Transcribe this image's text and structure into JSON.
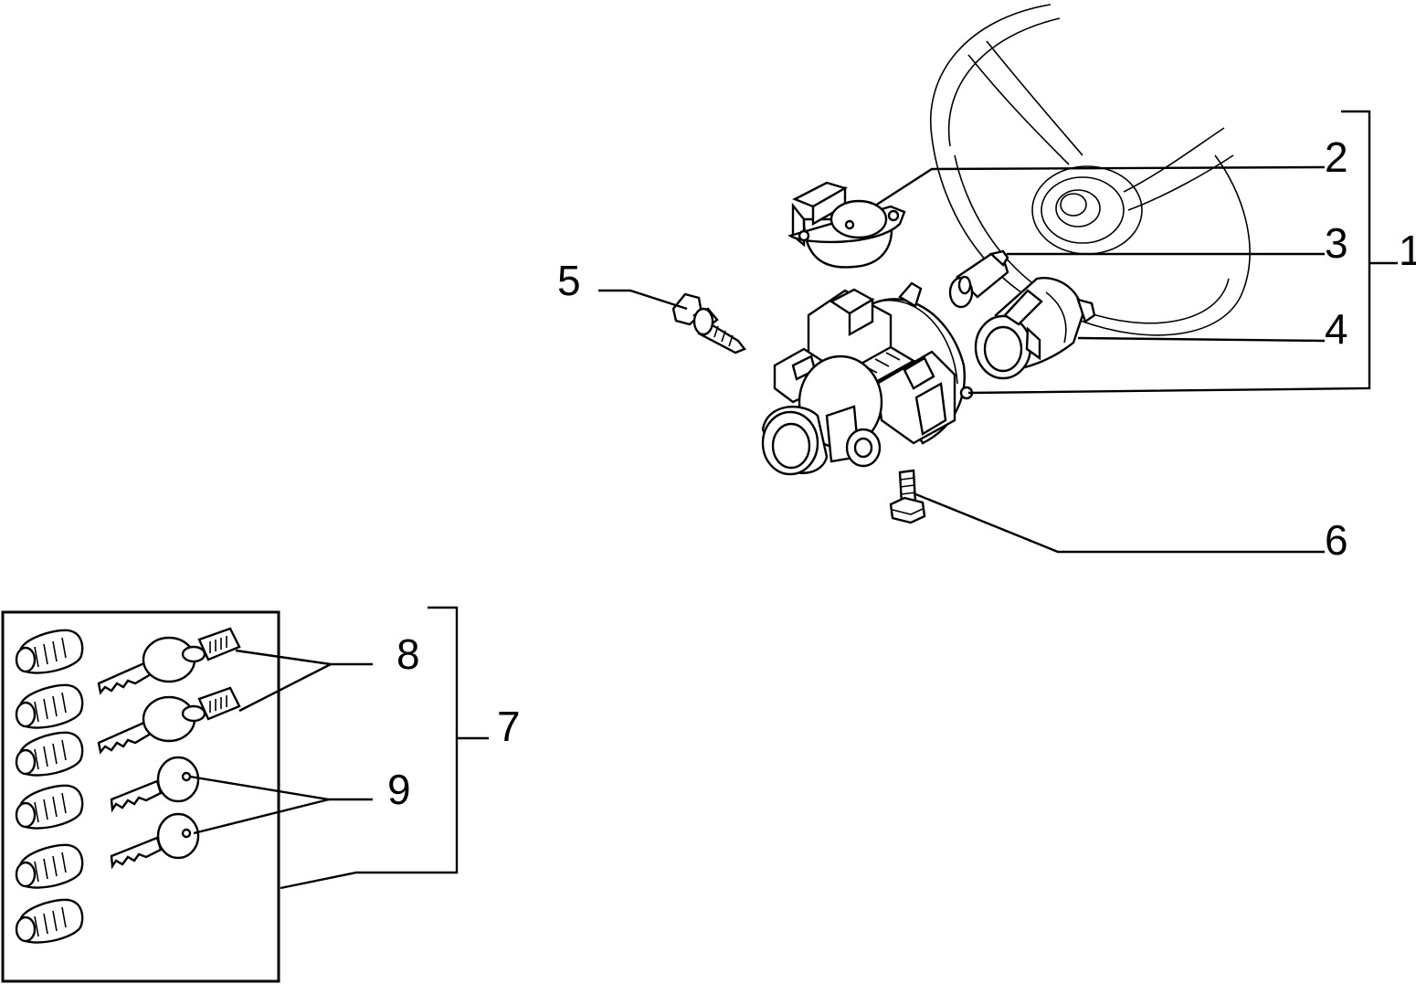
{
  "labels": {
    "l1": "1",
    "l2": "2",
    "l3": "3",
    "l4": "4",
    "l5": "5",
    "l6": "6",
    "l7": "7",
    "l8": "8",
    "l9": "9"
  },
  "colors": {
    "line": "#000000",
    "background": "#ffffff"
  }
}
